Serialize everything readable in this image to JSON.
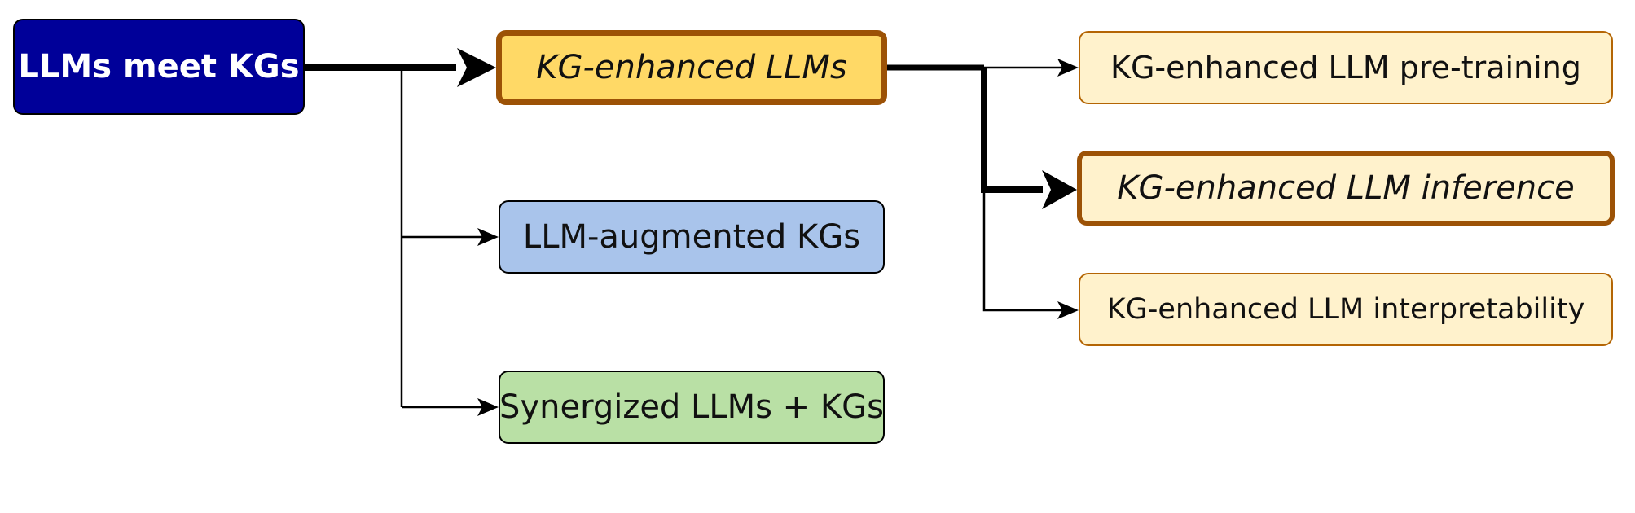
{
  "diagram": {
    "root": {
      "label": "LLMs meet KGs"
    },
    "categories": [
      {
        "label": "KG-enhanced LLMs"
      },
      {
        "label": "LLM-augmented KGs"
      },
      {
        "label": "Synergized LLMs + KGs"
      }
    ],
    "subcategories": [
      {
        "label": "KG-enhanced LLM pre-training"
      },
      {
        "label": "KG-enhanced LLM inference"
      },
      {
        "label": "KG-enhanced LLM interpretability"
      }
    ],
    "highlighted_path": [
      "LLMs meet KGs",
      "KG-enhanced LLMs",
      "KG-enhanced LLM inference"
    ],
    "colors": {
      "root_fill": "#000099",
      "kg_enhanced_fill": "#ffd966",
      "highlight_border": "#9c5206",
      "llm_augmented_fill": "#a9c4eb",
      "synergized_fill": "#b9e0a5",
      "sub_fill": "#fff2cc"
    }
  }
}
